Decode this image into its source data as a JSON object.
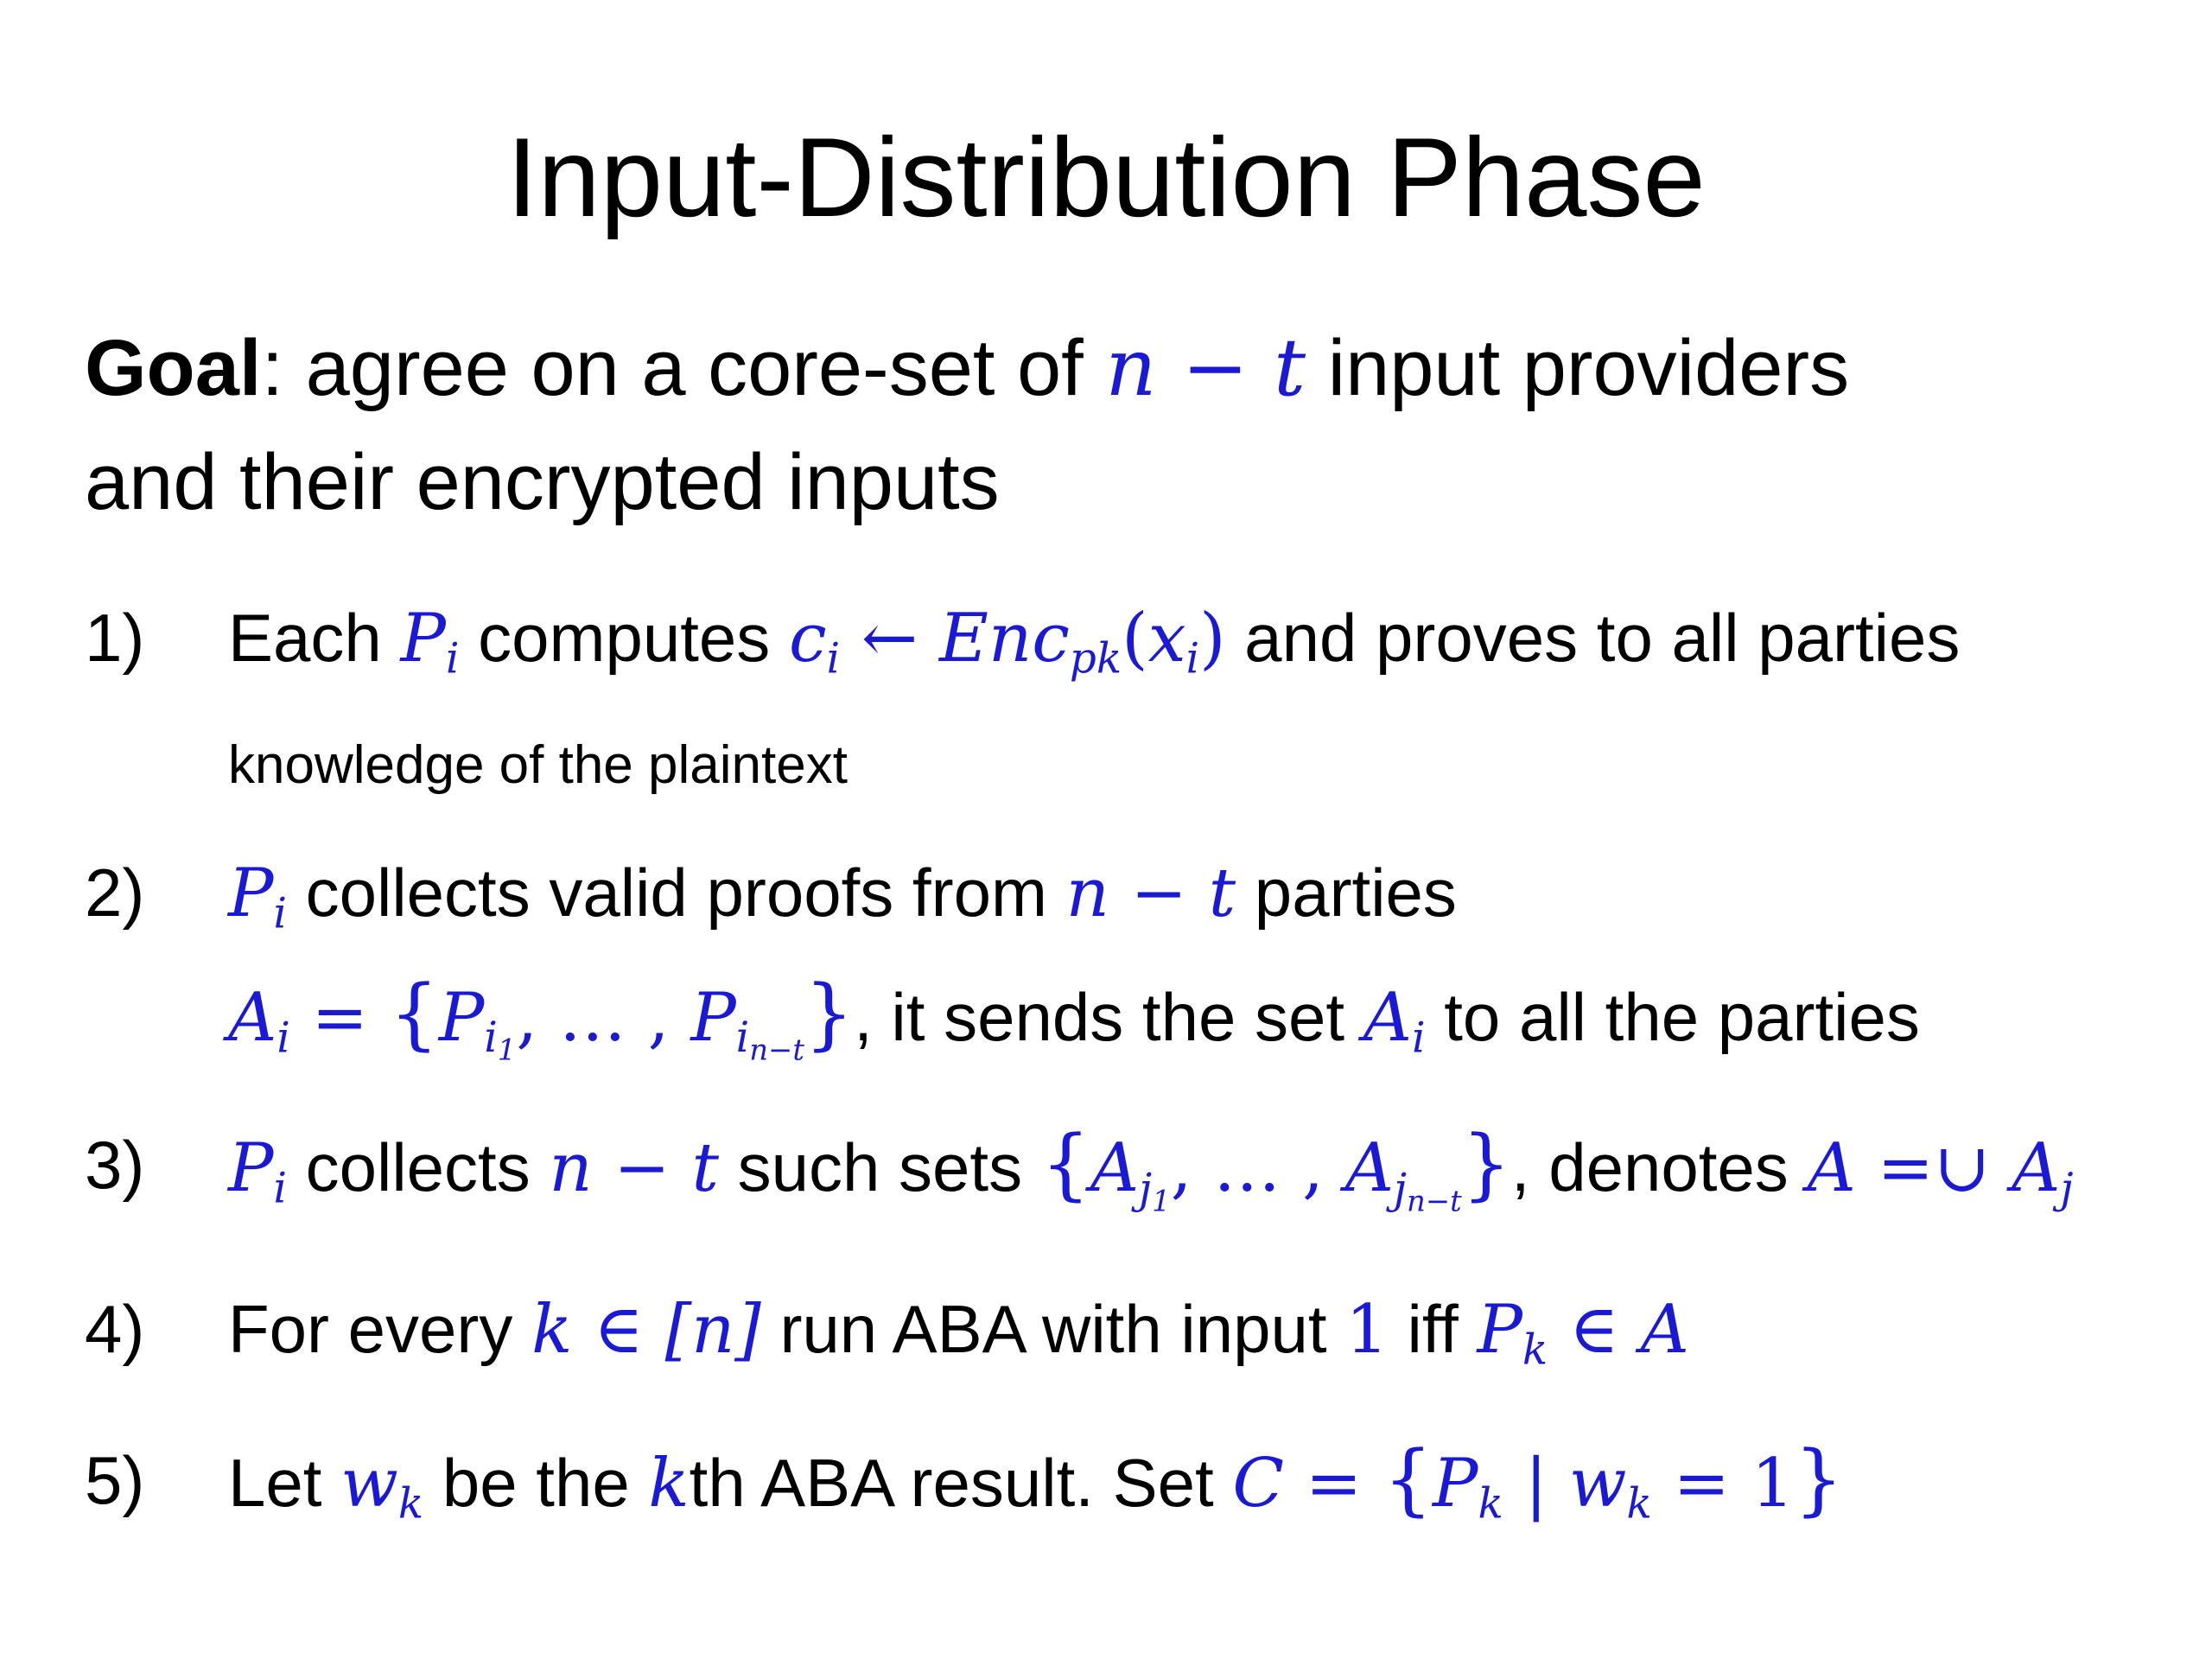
{
  "slide": {
    "title": "Input-Distribution Phase",
    "goal_label": "Goal",
    "goal_colon": ":",
    "goal_text_1": " agree on a core-set of ",
    "goal_text_2": " input providers",
    "goal_text_3": "and their encrypted inputs",
    "items": [
      {
        "number": "1)",
        "t1": "Each ",
        "t2": " computes ",
        "t3": " and proves to all parties",
        "t4": "knowledge of the plaintext"
      },
      {
        "number": "2)",
        "t1": " collects valid proofs from ",
        "t2": " parties",
        "t3": ", it sends the set ",
        "t4": " to all the parties"
      },
      {
        "number": "3)",
        "t1": " collects ",
        "t2": " such sets ",
        "t3": ", denotes "
      },
      {
        "number": "4)",
        "t1": "For every ",
        "t2": " run ABA with input ",
        "t3": " iff "
      },
      {
        "number": "5)",
        "t1": "Let ",
        "t2": " be the ",
        "t3": "th ABA result. Set "
      }
    ],
    "math": {
      "n_minus_t": "n − t",
      "P": "P",
      "i": "i",
      "c": "c",
      "arrow": " ← ",
      "Enc": "Enc",
      "pk": "pk",
      "x": "x",
      "A": "A",
      "eq": " = ",
      "lbrace": "{",
      "rbrace": "}",
      "dots": ", … , ",
      "i1": "i",
      "one": "1",
      "n_t": "n−t",
      "j": "j",
      "union": " =∪ ",
      "k": "k",
      "in": " ∈ ",
      "bracket_n": "[n]",
      "w": "w",
      "C": "C",
      "bar": " | ",
      "eq1": " = 1"
    }
  }
}
